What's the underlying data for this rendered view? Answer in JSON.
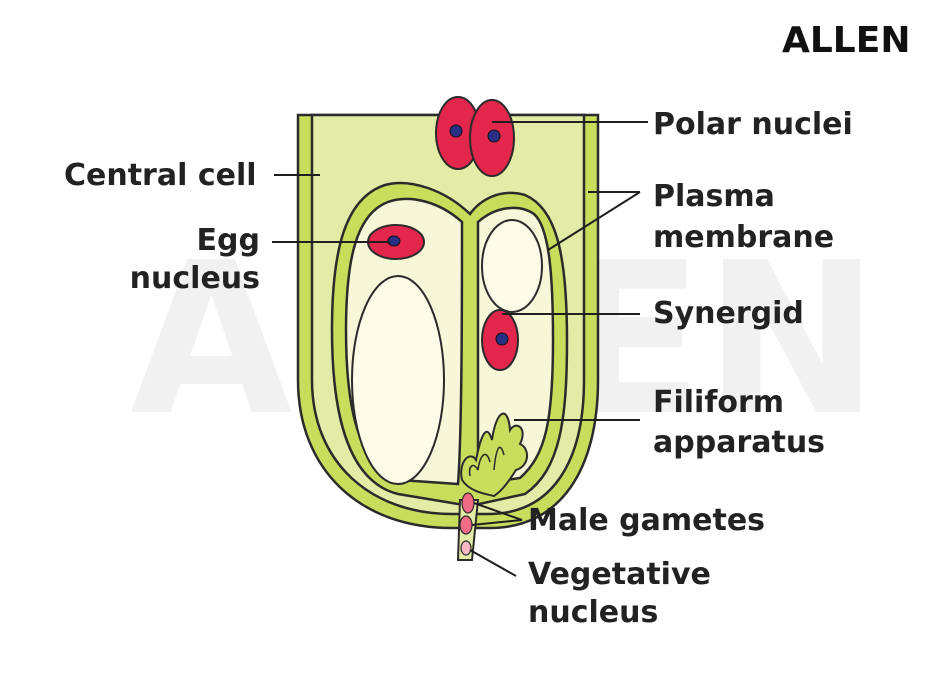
{
  "logo": {
    "text": "ALLEN"
  },
  "watermark": {
    "text": "ALLEN"
  },
  "labels": {
    "polar_nuclei": "Polar nuclei",
    "central_cell": "Central cell",
    "plasma_membrane_line1": "Plasma",
    "plasma_membrane_line2": "membrane",
    "egg_nucleus_line1": "Egg",
    "egg_nucleus_line2": "nucleus",
    "synergid": "Synergid",
    "filiform_line1": "Filiform",
    "filiform_line2": "apparatus",
    "male_gametes": "Male gametes",
    "vegetative_line1": "Vegetative",
    "vegetative_line2": "nucleus"
  },
  "colors": {
    "outer_fill": "#c9dd5c",
    "central_fill": "#e3eca6",
    "cell_fill": "#f6f7d8",
    "nucleus_red": "#e3264b",
    "nucleolus_blue": "#2a2f86",
    "outline": "#2b2b2b"
  }
}
